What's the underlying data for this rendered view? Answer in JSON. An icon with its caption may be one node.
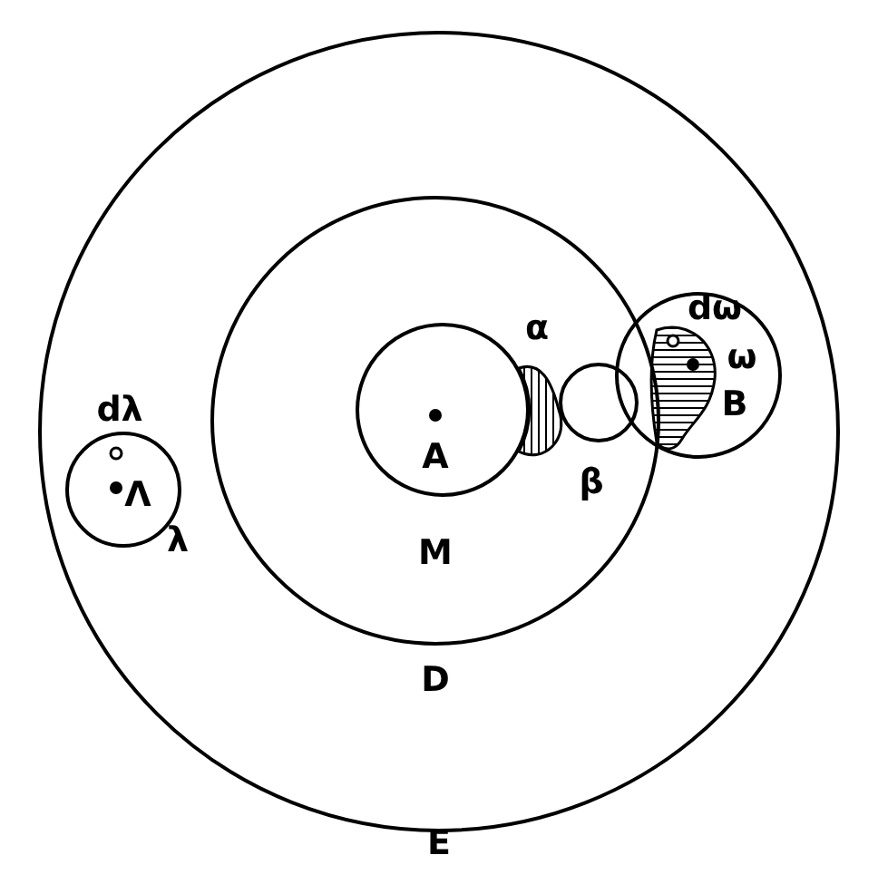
{
  "diagram": {
    "nodes": [
      {
        "text": [
          "D"
        ]
      },
      {
        "text": [
          "M"
        ],
        "in": 0
      },
      {
        "text": [
          "A"
        ],
        "in": 1
      },
      {
        "text": [
          "α"
        ],
        "in": 1
      },
      {
        "text": [
          "β"
        ],
        "in": 1
      },
      {
        "text": [
          "B"
        ],
        "in": 0
      },
      {
        "text": [
          "ω"
        ],
        "in": 5
      },
      {
        "text": [
          "λ"
        ],
        "in": 0
      }
    ],
    "labels": [
      "dω",
      "dλ",
      "Λ",
      "E"
    ]
  }
}
